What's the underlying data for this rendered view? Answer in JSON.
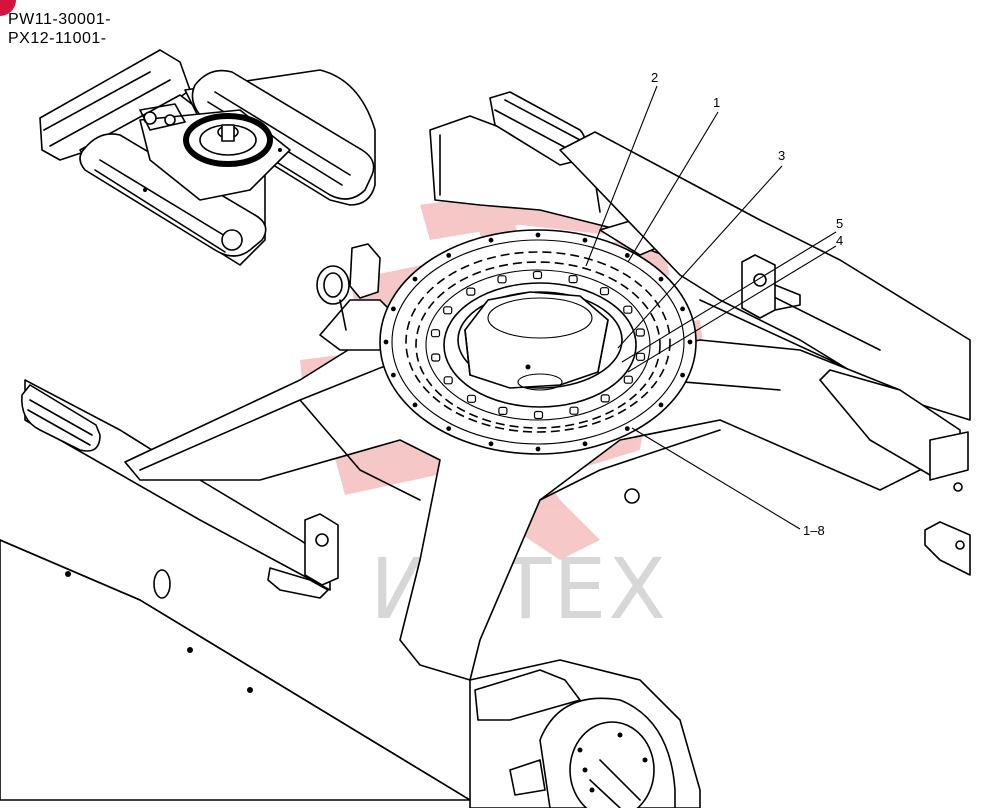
{
  "diagram": {
    "serial_ranges": [
      "PW11-30001-",
      "PX12-11001-"
    ],
    "callouts": [
      {
        "id": "callout-2",
        "label": "2"
      },
      {
        "id": "callout-1",
        "label": "1"
      },
      {
        "id": "callout-3",
        "label": "3"
      },
      {
        "id": "callout-5",
        "label": "5"
      },
      {
        "id": "callout-4",
        "label": "4"
      },
      {
        "id": "callout-1-8",
        "label": "1–8"
      }
    ],
    "watermark": {
      "text": "ИНТЕХ",
      "color": "#d8d8d8",
      "logo_color": "#f3b5b5",
      "logo_icon": "intekh-logo-icon"
    },
    "corner_marker_color": "#d4143c",
    "line_color": "#000000"
  }
}
